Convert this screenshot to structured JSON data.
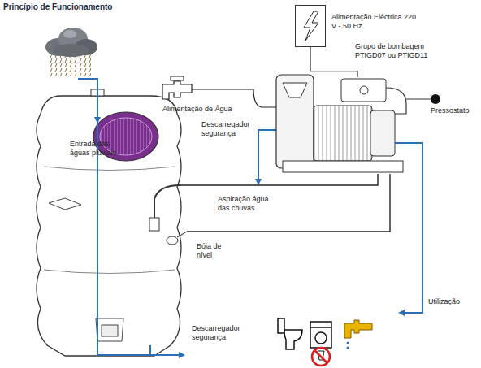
{
  "diagram": {
    "title": "Princípio de Funcionamento",
    "nodes": [
      {
        "text": [
          "Alimentação Eléctrica 220 V - 50 Hz"
        ]
      },
      {
        "text": [
          "Grupo de bombagem PTIGD07 ou PTIGD11"
        ]
      }
    ],
    "edges": [
      {
        "from": 0,
        "to": 1,
        "arrow": "none"
      }
    ],
    "labels": [
      "Entrada das águas pluviais",
      "Alimentação de Água",
      "Descarregador segurança",
      "Pressostato",
      "Aspiração água das chuvas",
      "Bóia de nível",
      "Utilização",
      "Descarregador segurança"
    ]
  }
}
